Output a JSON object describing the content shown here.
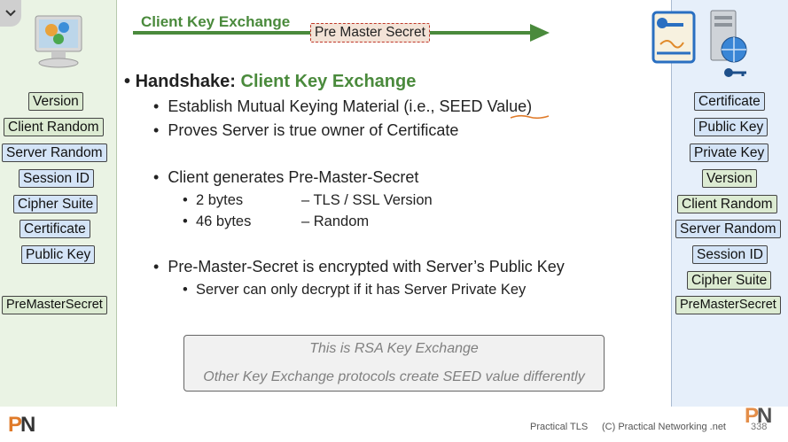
{
  "slide": {
    "arrow_label": "Client Key Exchange",
    "pms_box": "Pre Master Secret",
    "heading_prefix": "Handshake: ",
    "heading_highlight": "Client Key Exchange",
    "bullets": {
      "b1": "Establish Mutual Keying Material  (i.e., SEED Value)",
      "b2": "Proves Server is true owner of Certificate",
      "b3": "Client generates Pre-Master-Secret",
      "b3_sub1_a": "2 bytes",
      "b3_sub1_b": "– TLS / SSL Version",
      "b3_sub2_a": "46 bytes",
      "b3_sub2_b": "– Random",
      "b4": "Pre-Master-Secret is encrypted with Server’s Public Key",
      "b4_sub": "Server can only decrypt if it has Server Private Key"
    },
    "note_line1": "This is RSA Key Exchange",
    "note_line2": "Other Key Exchange protocols create SEED value differently"
  },
  "left_panel": {
    "items": [
      "Version",
      "Client Random",
      "Server Random",
      "Session ID",
      "Cipher Suite",
      "Certificate",
      "Public Key",
      "PreMasterSecret"
    ]
  },
  "right_panel": {
    "items": [
      "Certificate",
      "Public Key",
      "Private Key",
      "Version",
      "Client Random",
      "Server Random",
      "Session ID",
      "Cipher Suite",
      "PreMasterSecret"
    ]
  },
  "footer": {
    "course": "Practical TLS",
    "copyright": "(C) Practical Networking .net",
    "page": "338",
    "logo": "PN"
  },
  "colors": {
    "accent_green": "#4a8a3c",
    "tag_green": "#dcebd2",
    "tag_blue": "#d4e4f7",
    "pms_border": "#c0392b"
  }
}
